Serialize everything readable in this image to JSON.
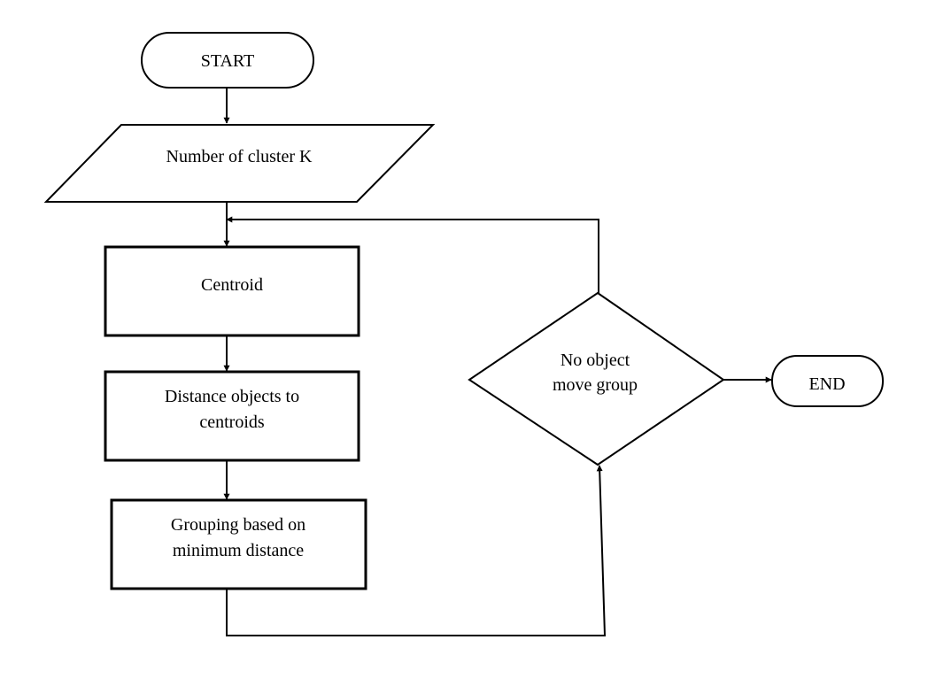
{
  "diagram": {
    "type": "flowchart",
    "colors": {
      "stroke": "#000000",
      "fill": "#ffffff",
      "text": "#000000"
    },
    "nodes": {
      "start": {
        "shape": "terminator",
        "label": "START"
      },
      "input_k": {
        "shape": "parallelogram",
        "label": "Number of cluster K"
      },
      "centroid": {
        "shape": "process",
        "label": "Centroid"
      },
      "distance": {
        "shape": "process",
        "label_line1": "Distance objects to",
        "label_line2": "centroids"
      },
      "grouping": {
        "shape": "process",
        "label_line1": "Grouping based on",
        "label_line2": "minimum distance"
      },
      "decision": {
        "shape": "decision",
        "label_line1": "No object",
        "label_line2": "move group"
      },
      "end": {
        "shape": "terminator",
        "label": "END"
      }
    },
    "edges": [
      {
        "from": "start",
        "to": "input_k"
      },
      {
        "from": "input_k",
        "to": "centroid"
      },
      {
        "from": "centroid",
        "to": "distance"
      },
      {
        "from": "distance",
        "to": "grouping"
      },
      {
        "from": "grouping",
        "to": "decision"
      },
      {
        "from": "decision",
        "to": "end"
      },
      {
        "from": "decision",
        "to": "centroid"
      }
    ]
  }
}
